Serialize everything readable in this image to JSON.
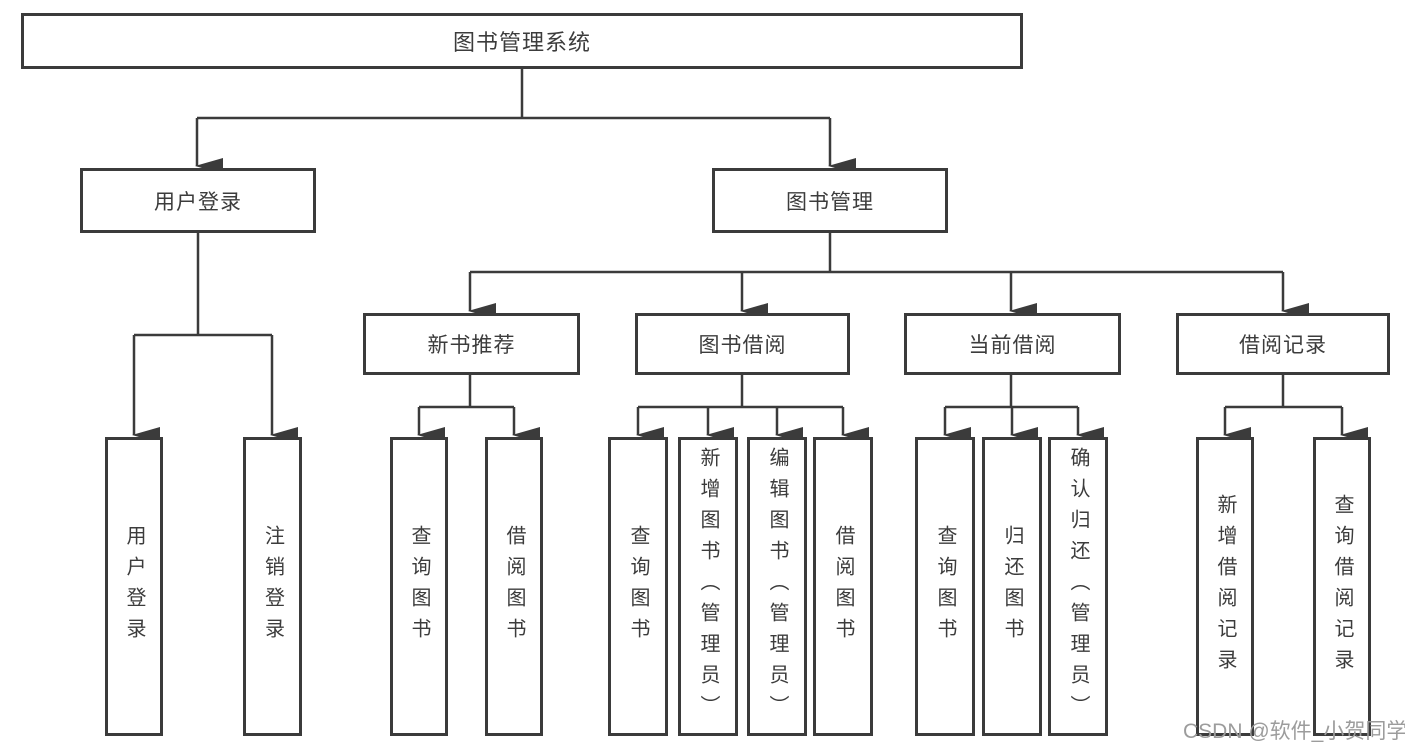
{
  "diagram": {
    "title": "图书管理系统",
    "nodes": {
      "root": "图书管理系统",
      "user_login": "用户登录",
      "book_mgmt": "图书管理",
      "new_book_rec": "新书推荐",
      "book_borrow": "图书借阅",
      "current_borrow": "当前借阅",
      "borrow_record": "借阅记录",
      "leaf_user_login": "用户登录",
      "leaf_logout": "注销登录",
      "nbr_query": "查询图书",
      "nbr_borrow": "借阅图书",
      "bb_query": "查询图书",
      "bb_add": "新增图书（管理员）",
      "bb_edit": "编辑图书（管理员）",
      "bb_borrow": "借阅图书",
      "cb_query": "查询图书",
      "cb_return": "归还图书",
      "cb_confirm": "确认归还（管理员）",
      "br_add": "新增借阅记录",
      "br_query": "查询借阅记录"
    },
    "colors": {
      "line": "#3b3b3b",
      "text": "#3c3c3c",
      "watermark_text": "#9c9c9c",
      "background": "#ffffff"
    }
  },
  "watermark": "CSDN @软件_小贺同学"
}
